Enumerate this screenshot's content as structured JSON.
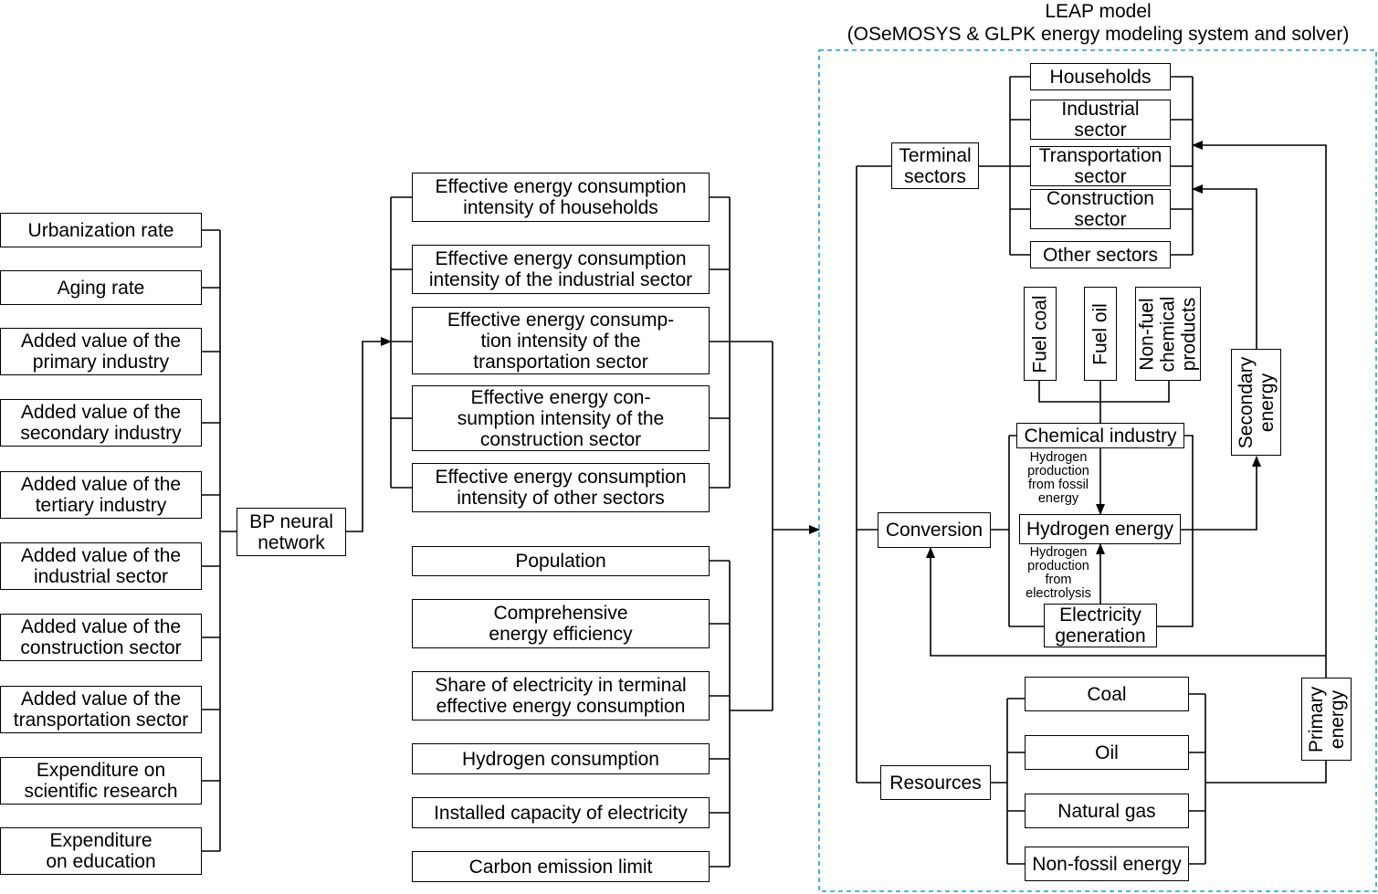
{
  "leap": {
    "title": "LEAP model",
    "subtitle": "(OSeMOSYS & GLPK energy modeling system and solver)"
  },
  "drivers": [
    [
      "Urbanization rate"
    ],
    [
      "Aging rate"
    ],
    [
      "Added value of the",
      "primary industry"
    ],
    [
      "Added value of the",
      "secondary industry"
    ],
    [
      "Added value of the",
      "tertiary industry"
    ],
    [
      "Added value of the",
      "industrial sector"
    ],
    [
      "Added value of the",
      "construction sector"
    ],
    [
      "Added value of the",
      "transportation sector"
    ],
    [
      "Expenditure on",
      "scientific research"
    ],
    [
      "Expenditure",
      "on education"
    ]
  ],
  "bp": [
    "BP neural",
    "network"
  ],
  "intensities": [
    [
      "Effective energy consumption",
      "intensity of households"
    ],
    [
      "Effective energy consumption",
      "intensity of the industrial sector"
    ],
    [
      "Effective energy consump-",
      "tion intensity of the",
      "transportation sector"
    ],
    [
      "Effective energy con-",
      "sumption intensity of the",
      "construction sector"
    ],
    [
      "Effective energy consumption",
      "intensity of other sectors"
    ]
  ],
  "params": [
    [
      "Population"
    ],
    [
      "Comprehensive",
      "energy efficiency"
    ],
    [
      "Share of electricity in terminal",
      "effective energy consumption"
    ],
    [
      "Hydrogen consumption"
    ],
    [
      "Installed capacity of electricity"
    ],
    [
      "Carbon emission limit"
    ]
  ],
  "terminal": [
    "Terminal",
    "sectors"
  ],
  "sectors": [
    [
      "Households"
    ],
    [
      "Industrial",
      "sector"
    ],
    [
      "Transportation",
      "sector"
    ],
    [
      "Construction",
      "sector"
    ],
    [
      "Other sectors"
    ]
  ],
  "feedstocks": [
    [
      "Fuel coal"
    ],
    [
      "Fuel oil"
    ],
    [
      "Non-fuel",
      "chemical",
      "products"
    ]
  ],
  "conversion": "Conversion",
  "chemical": "Chemical industry",
  "hydrogen": "Hydrogen energy",
  "electricity": [
    "Electricity",
    "generation"
  ],
  "h2_fossil": [
    "Hydrogen",
    "production",
    "from fossil",
    "energy"
  ],
  "h2_electrolysis": [
    "Hydrogen",
    "production",
    "from",
    "electrolysis"
  ],
  "secondary": [
    "Secondary",
    "energy"
  ],
  "primary": [
    "Primary",
    "energy"
  ],
  "resources": "Resources",
  "fuels": [
    [
      "Coal"
    ],
    [
      "Oil"
    ],
    [
      "Natural gas"
    ],
    [
      "Non-fossil energy"
    ]
  ],
  "colors": {
    "dashed_border": "#1f9bd7",
    "line": "#000000"
  }
}
